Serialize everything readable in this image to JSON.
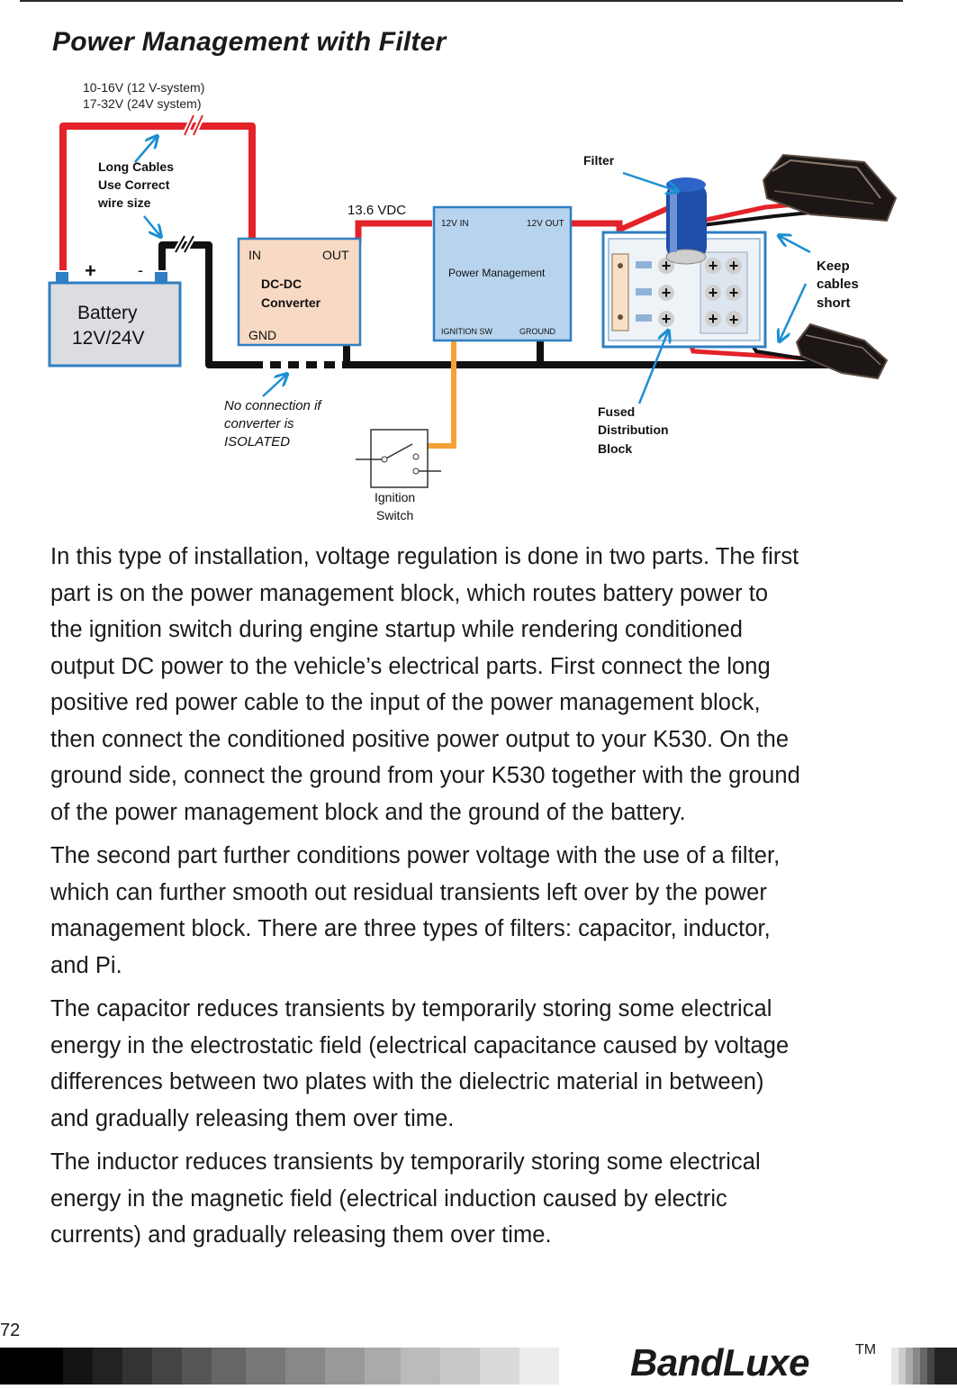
{
  "page": {
    "title": "Power Management with Filter",
    "page_number": "72",
    "logo_text": "BandLuxe",
    "trademark": "TM"
  },
  "diagram": {
    "voltage_note_line1": "10-16V (12 V-system)",
    "voltage_note_line2": "17-32V (24V system)",
    "long_cables_line1": "Long Cables",
    "long_cables_line2": "Use Correct",
    "long_cables_line3": "wire size",
    "battery_line1": "Battery",
    "battery_line2": "12V/24V",
    "battery_plus": "+",
    "battery_minus": "-",
    "converter_in": "IN",
    "converter_out": "OUT",
    "converter_name_line1": "DC-DC",
    "converter_name_line2": "Converter",
    "converter_gnd": "GND",
    "vdc_label": "13.6 VDC",
    "pm_12v_in": "12V IN",
    "pm_12v_out": "12V OUT",
    "pm_name": "Power Management",
    "pm_ignition_sw": "IGNITION SW",
    "pm_ground": "GROUND",
    "filter_label": "Filter",
    "keep_cables_line1": "Keep",
    "keep_cables_line2": "cables",
    "keep_cables_line3": "short",
    "fused_line1": "Fused",
    "fused_line2": "Distribution",
    "fused_line3": "Block",
    "no_connection_line1": "No connection if",
    "no_connection_line2": "converter is",
    "no_connection_line3": "ISOLATED",
    "ignition_line1": "Ignition",
    "ignition_line2": "Switch"
  },
  "body": {
    "paragraphs": [
      [
        "In this type of installation, voltage regulation is done in two parts. The first",
        "part is on the power management block, which routes battery power to",
        "the ignition switch during engine startup while rendering conditioned",
        "output DC power to the vehicle’s electrical parts. First connect the long",
        "positive red power cable to the input of the power management block,",
        "then connect the conditioned positive power output to your K530. On the",
        "ground side, connect the ground from your K530 together with the ground",
        "of the power management block and the ground of the battery."
      ],
      [
        "The second part further conditions power voltage with the use of a filter,",
        "which can further smooth out residual transients left over by the power",
        "management block. There are three types of filters: capacitor, inductor,",
        "and Pi."
      ],
      [
        "The capacitor reduces transients by temporarily storing some electrical",
        "energy in the electrostatic field (electrical capacitance caused by voltage",
        "differences between two plates with the dielectric material in between)",
        "and gradually releasing them over time."
      ],
      [
        "The inductor reduces transients by temporarily storing some electrical",
        "energy in the magnetic field (electrical induction caused by electric",
        "currents) and gradually releasing them over time."
      ]
    ]
  },
  "colors": {
    "wire_red": "#e32229",
    "wire_black": "#111111",
    "wire_orange": "#f6a136",
    "arrow_blue": "#1b8fd2",
    "battery_fill": "#dcdde1",
    "converter_fill": "#f7d9c4",
    "pm_fill": "#b8d3ee",
    "footer_logo": "#111111"
  }
}
